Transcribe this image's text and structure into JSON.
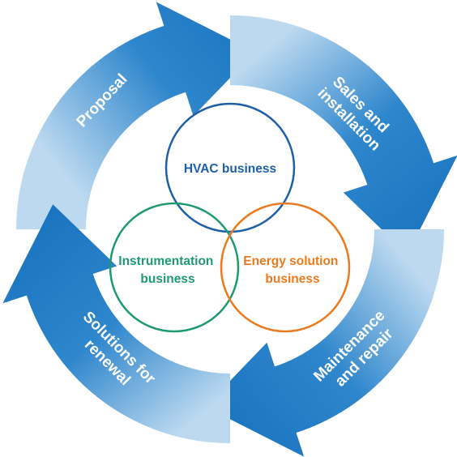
{
  "cycle": {
    "steps": [
      {
        "id": "proposal",
        "lines": [
          "Proposal"
        ]
      },
      {
        "id": "sales",
        "lines": [
          "Sales and",
          "installation"
        ]
      },
      {
        "id": "maintenance",
        "lines": [
          "Maintenance",
          "and repair"
        ]
      },
      {
        "id": "renewal",
        "lines": [
          "Solutions for",
          "renewal"
        ]
      }
    ],
    "colors": {
      "arrow_dark": "#1a78c2",
      "arrow_light": "#bcd9f0"
    }
  },
  "businesses": {
    "hvac": {
      "lines": [
        "HVAC business"
      ],
      "color": "#1f5fa8"
    },
    "instrumentation": {
      "lines": [
        "Instrumentation",
        "business"
      ],
      "color": "#1e9a6e"
    },
    "energy": {
      "lines": [
        "Energy solution",
        "business"
      ],
      "color": "#ec7a1c"
    }
  }
}
